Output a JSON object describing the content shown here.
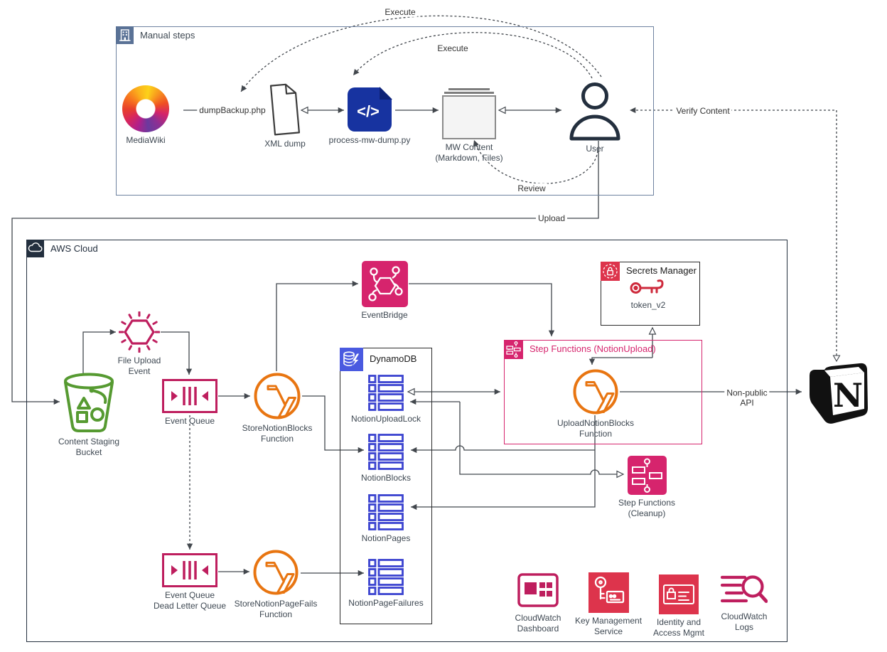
{
  "groups": {
    "manual_steps": {
      "title": "Manual steps"
    },
    "aws_cloud": {
      "title": "AWS Cloud"
    },
    "dynamodb": {
      "title": "DynamoDB"
    },
    "step_functions_notion_upload": {
      "title": "Step Functions (NotionUpload)"
    },
    "secrets_manager": {
      "title": "Secrets Manager"
    }
  },
  "nodes": {
    "mediawiki": {
      "label": "MediaWiki"
    },
    "xml_dump": {
      "label": "XML dump"
    },
    "process_mw_dump": {
      "label": "process-mw-dump.py",
      "icon_text": "</>"
    },
    "mw_content": {
      "label": "MW Content\n(Markdown, Files)"
    },
    "user": {
      "label": "User"
    },
    "content_staging_bucket": {
      "label": "Content Staging\nBucket"
    },
    "file_upload_event": {
      "label": "File Upload\nEvent"
    },
    "event_queue": {
      "label": "Event Queue"
    },
    "store_notion_blocks_fn": {
      "label": "StoreNotionBlocks\nFunction"
    },
    "eventbridge": {
      "label": "EventBridge"
    },
    "secrets_token": {
      "label": "token_v2"
    },
    "upload_notion_blocks_fn": {
      "label": "UploadNotionBlocks\nFunction"
    },
    "table_notion_upload_lock": {
      "label": "NotionUploadLock"
    },
    "table_notion_blocks": {
      "label": "NotionBlocks"
    },
    "table_notion_pages": {
      "label": "NotionPages"
    },
    "table_notion_page_failures": {
      "label": "NotionPageFailures"
    },
    "step_functions_cleanup": {
      "label": "Step Functions\n(Cleanup)"
    },
    "event_queue_dlq": {
      "label": "Event Queue\nDead Letter Queue"
    },
    "store_notion_page_fails_fn": {
      "label": "StoreNotionPageFails\nFunction"
    },
    "cloudwatch_dashboard": {
      "label": "CloudWatch\nDashboard"
    },
    "key_management_service": {
      "label": "Key Management\nService"
    },
    "identity_access_mgmt": {
      "label": "Identity and\nAccess Mgmt"
    },
    "cloudwatch_logs": {
      "label": "CloudWatch\nLogs"
    },
    "notion": {
      "label": "N"
    }
  },
  "edges": {
    "dump_backup": {
      "label": "dumpBackup.php"
    },
    "execute_dump": {
      "label": "Execute"
    },
    "execute_process": {
      "label": "Execute"
    },
    "review": {
      "label": "Review"
    },
    "upload": {
      "label": "Upload"
    },
    "verify_content": {
      "label": "Verify Content"
    },
    "non_public_api": {
      "label": "Non-public\nAPI"
    }
  },
  "colors": {
    "pink": "#D6246D",
    "pinkline": "#BE1E5E",
    "red": "#DD344C",
    "orange": "#E87511",
    "green": "#569A31",
    "blue": "#4A5AE0",
    "indigo": "#3B43D0",
    "navy": "#232F3E",
    "procblue": "#1733A0",
    "slate": "#5A7296",
    "edge": "#42474D",
    "text": "#3E4852",
    "manual_border": "#6E82A0"
  }
}
